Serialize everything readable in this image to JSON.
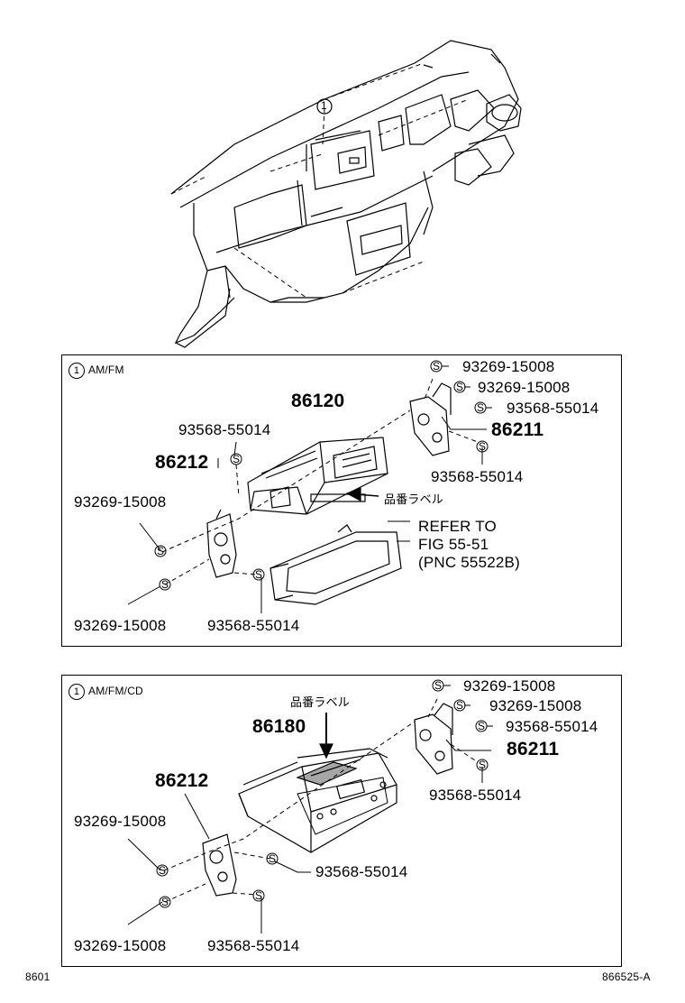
{
  "overview": {
    "callout": "1"
  },
  "panel1": {
    "ref": "1",
    "title": "AM/FM",
    "parts": {
      "p86120": "86120",
      "p86211": "86211",
      "p86212": "86212",
      "p93269_a": "93269-15008",
      "p93269_b": "93269-15008",
      "p93568_a": "93568-55014",
      "p93568_b": "93568-55014",
      "p93568_c": "93568-55014",
      "p93269_l1": "93269-15008",
      "p93269_l2": "93269-15008",
      "p93568_bottom": "93568-55014"
    },
    "label_jp": "品番ラベル",
    "refer": [
      "REFER TO",
      "FIG 55-51",
      "(PNC 55522B)"
    ]
  },
  "panel2": {
    "ref": "1",
    "title": "AM/FM/CD",
    "parts": {
      "p86180": "86180",
      "p86211": "86211",
      "p86212": "86212",
      "p93269_a": "93269-15008",
      "p93269_b": "93269-15008",
      "p93568_a": "93568-55014",
      "p93568_b": "93568-55014",
      "p93269_l1": "93269-15008",
      "p93568_mid": "93568-55014",
      "p93269_l2": "93269-15008",
      "p93568_bottom": "93568-55014"
    },
    "label_jp": "品番ラベル"
  },
  "footer": {
    "left": "8601",
    "right": "866525-A"
  },
  "screw_symbol": "S"
}
